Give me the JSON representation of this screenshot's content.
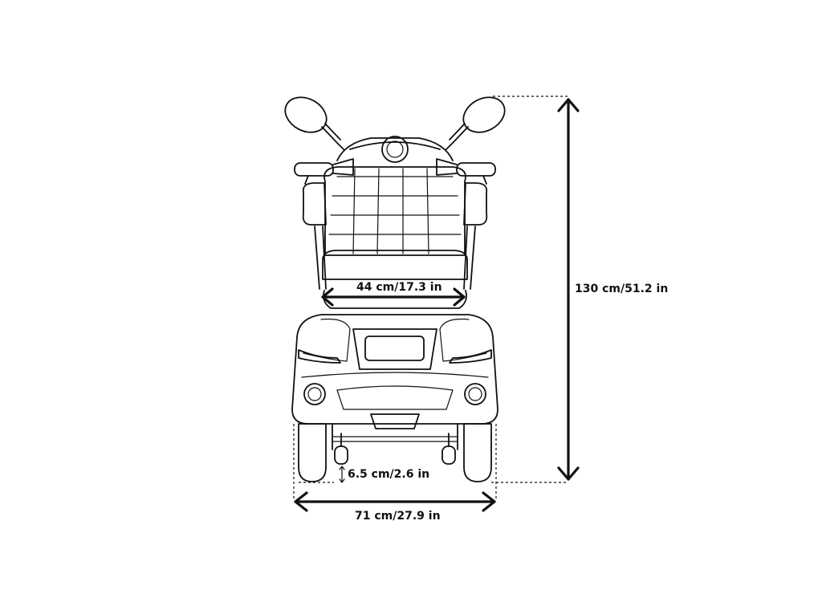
{
  "dimensions": {
    "total_height": "130 cm/51.2 in",
    "seat_width": "44 cm/17.3 in",
    "ground_clearance": "6.5 cm/2.6 in",
    "total_width": "71 cm/27.9 in"
  }
}
